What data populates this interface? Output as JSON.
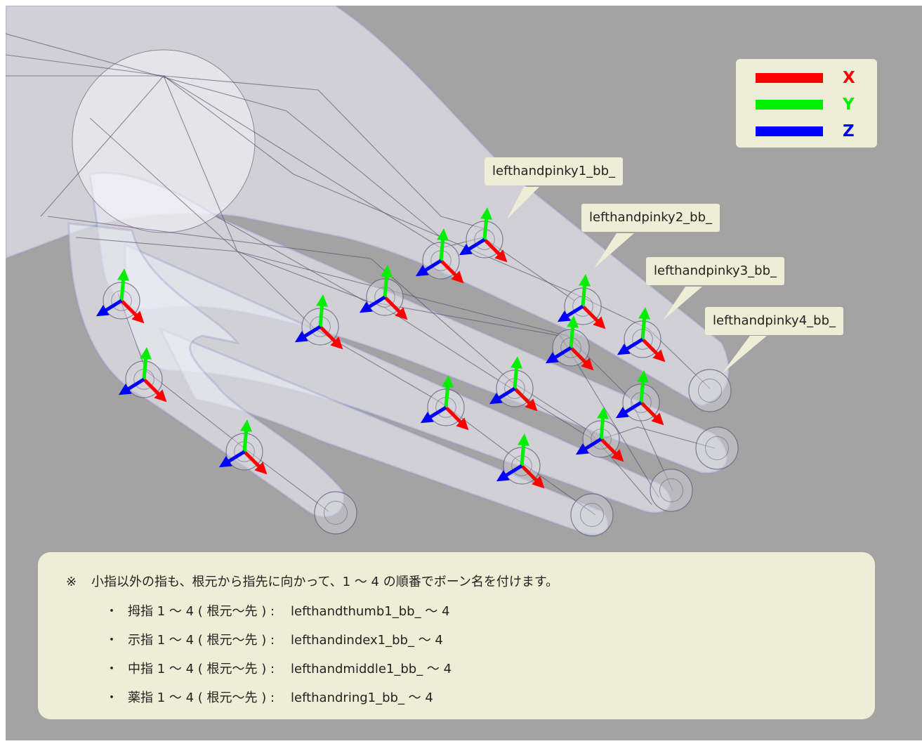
{
  "legend": {
    "items": [
      {
        "label": "X",
        "color": "#ff0000"
      },
      {
        "label": "Y",
        "color": "#00ee00"
      },
      {
        "label": "Z",
        "color": "#0000ff"
      }
    ]
  },
  "callouts": [
    {
      "text": "lefthandpinky1_bb_"
    },
    {
      "text": "lefthandpinky2_bb_"
    },
    {
      "text": "lefthandpinky3_bb_"
    },
    {
      "text": "lefthandpinky4_bb_"
    }
  ],
  "note": {
    "mark": "※",
    "text": "小指以外の指も、根元から指先に向かって、1 ～ 4 の順番でボーン名を付けます。",
    "items": [
      {
        "bullet": "・",
        "label": "拇指 1 ～ 4 ( 根元～先 ) :",
        "value": "lefthandthumb1_bb_ ～ 4"
      },
      {
        "bullet": "・",
        "label": "示指 1 ～ 4 ( 根元～先 ) :",
        "value": "lefthandindex1_bb_ ～ 4"
      },
      {
        "bullet": "・",
        "label": "中指 1 ～ 4 ( 根元～先 ) :",
        "value": "lefthandmiddle1_bb_ ～ 4"
      },
      {
        "bullet": "・",
        "label": "薬指 1 ～ 4 ( 根元～先 ) :",
        "value": "lefthandring1_bb_ ～ 4"
      }
    ]
  }
}
